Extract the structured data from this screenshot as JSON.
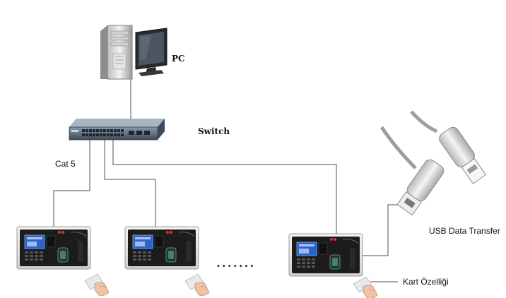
{
  "labels": {
    "pc": "PC",
    "switch": "Switch",
    "cable": "Cat 5",
    "usb": "USB Data Transfer",
    "card": "Kart Özelliği"
  },
  "ellipsis": "•••••••",
  "colors": {
    "cable": "#8a8a8a",
    "device_body": "#1c1c1c",
    "device_screen": "#2b63c9",
    "switch_body": "#5e6f80",
    "usb_plastic": "#d6d6d6"
  },
  "icons": [
    "pc-tower-icon",
    "monitor-icon",
    "network-switch-icon",
    "time-attendance-terminal-icon",
    "rfid-card-hand-icon",
    "usb-cable-icon"
  ]
}
